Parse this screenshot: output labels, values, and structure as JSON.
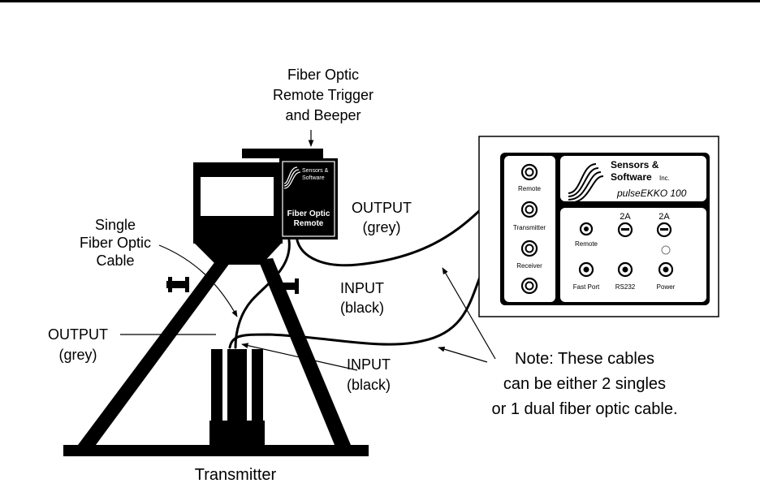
{
  "labels": {
    "remote_trigger": [
      "Fiber Optic",
      "Remote Trigger",
      "and Beeper"
    ],
    "single_cable": [
      "Single",
      "Fiber Optic",
      "Cable"
    ],
    "output_top": [
      "OUTPUT",
      "(grey)"
    ],
    "input_mid": [
      "INPUT",
      "(black)"
    ],
    "output_left": [
      "OUTPUT",
      "(grey)"
    ],
    "input_low": [
      "INPUT",
      "(black)"
    ],
    "note": [
      "Note: These cables",
      "can be either 2 singles",
      "or 1 dual fiber optic cable."
    ],
    "transmitter": "Transmitter"
  },
  "remote_unit": {
    "brand": [
      "Sensors &",
      "Software"
    ],
    "name": [
      "Fiber Optic",
      "Remote"
    ]
  },
  "console": {
    "brand": [
      "Sensors &",
      "Software"
    ],
    "brand_suffix": "Inc.",
    "model": "pulseEKKO 100",
    "left_ports": [
      "Remote",
      "Transmitter",
      "Receiver"
    ],
    "fuse_labels": [
      "2A",
      "2A"
    ],
    "right_ports": [
      "Remote",
      "Fast Port",
      "RS232",
      "Power"
    ]
  }
}
